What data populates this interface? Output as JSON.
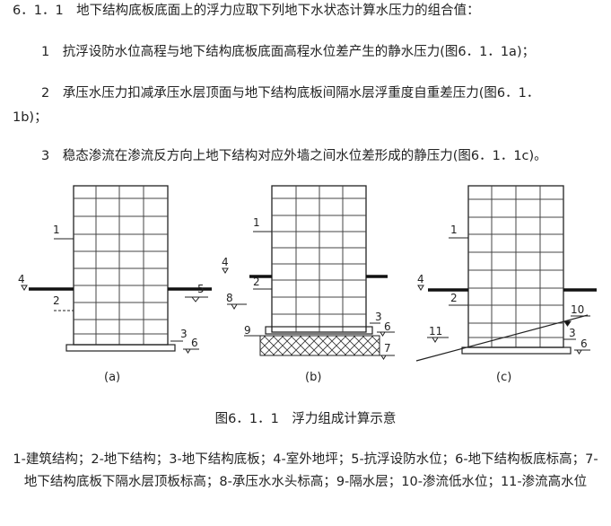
{
  "clause": {
    "heading": "6．1．1　地下结构底板底面上的浮力应取下列地下水状态计算水压力的组合值：",
    "item1": "1　抗浮设防水位高程与地下结构底板底面高程水位差产生的静水压力(图6．1．1a)；",
    "item2_line1": "2　承压水压力扣减承压水层顶面与地下结构底板间隔水层浮重度自重差压力(图6．1．",
    "item2_line2": "1b)；",
    "item3": "3　稳态渗流在渗流反方向上地下结构对应外墙之间水位差形成的静压力(图6．1．1c)。"
  },
  "figure": {
    "panel_labels": [
      "(a)",
      "(b)",
      "(c)"
    ],
    "callouts": {
      "a": [
        "1",
        "2",
        "3",
        "4",
        "5",
        "6"
      ],
      "b": [
        "1",
        "2",
        "3",
        "4",
        "6",
        "7",
        "8",
        "9"
      ],
      "c": [
        "1",
        "2",
        "3",
        "4",
        "6",
        "10",
        "11"
      ]
    },
    "caption": "图6．1．1　浮力组成计算示意",
    "legend": "1-建筑结构；2-地下结构；3-地下结构底板；4-室外地坪；5-抗浮设防水位；6-地下结构板底标高；7-地下结构底板下隔水层顶板标高；8-承压水水头标高；9-隔水层；10-渗流低水位；11-渗流高水位"
  }
}
